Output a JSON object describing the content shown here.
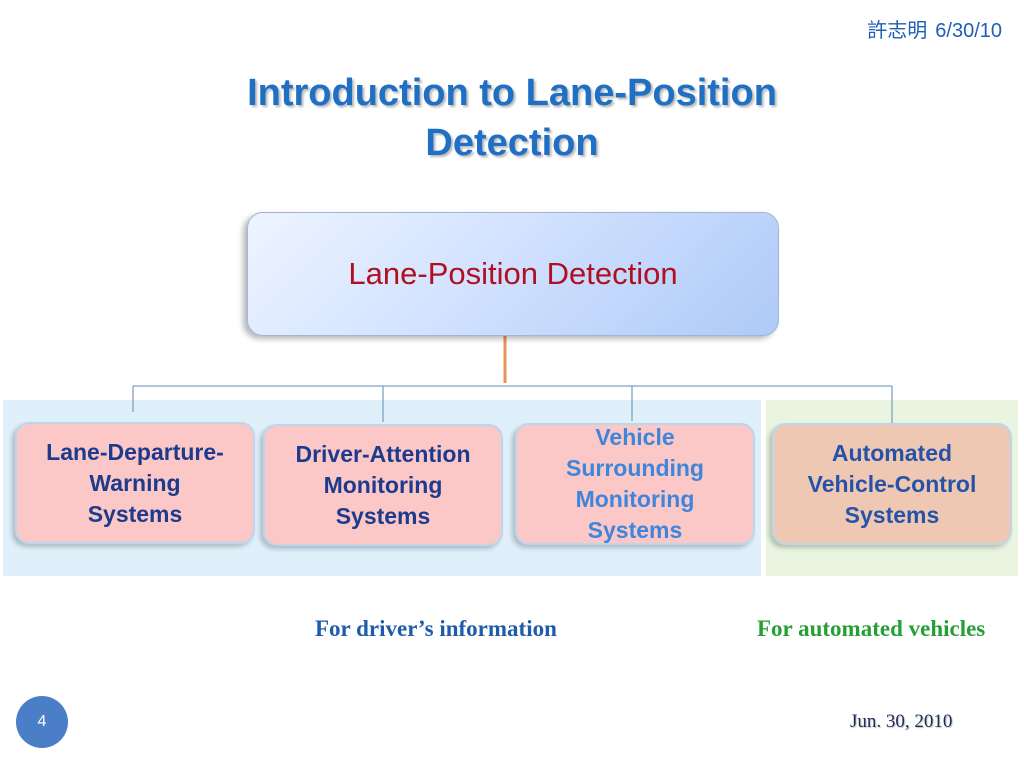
{
  "header": {
    "author": "許志明",
    "date": "6/30/10"
  },
  "title": {
    "line1": "Introduction to Lane-Position",
    "line2": "Detection"
  },
  "diagram": {
    "root": "Lane-Position Detection",
    "children": [
      {
        "lines": [
          "Lane-Departure-",
          "Warning",
          "Systems"
        ]
      },
      {
        "lines": [
          "Driver-Attention",
          "Monitoring",
          "Systems"
        ]
      },
      {
        "lines": [
          "Vehicle",
          "Surrounding",
          "Monitoring",
          "Systems"
        ]
      },
      {
        "lines": [
          "Automated",
          "Vehicle-Control",
          "Systems"
        ]
      }
    ],
    "colors": {
      "root_text": "#b0101f",
      "box_fill": "#fcc7c7",
      "box_fill_auto": "#efc8b4",
      "band_driver": "#dff0fa",
      "band_auto": "#eaf5e1"
    }
  },
  "captions": {
    "driver": "For driver’s information",
    "automated": "For automated vehicles"
  },
  "footer": {
    "slide_number": "4",
    "date": "Jun. 30, 2010"
  }
}
